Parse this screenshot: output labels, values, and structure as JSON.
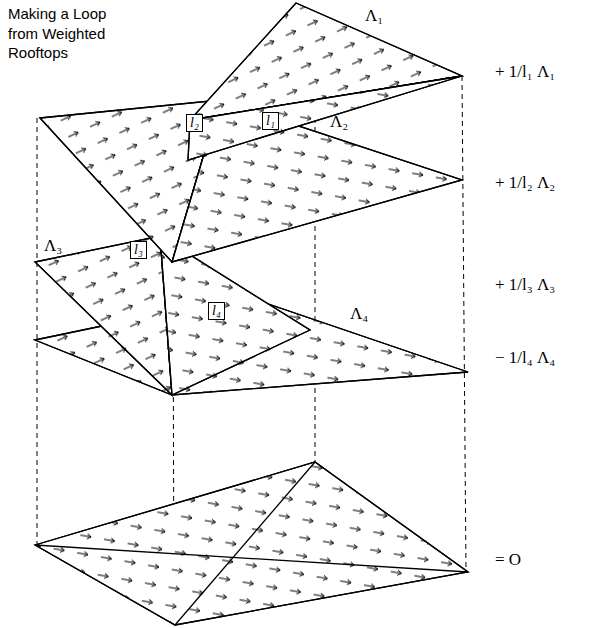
{
  "diagram": {
    "title": "Making a Loop from Weighted Rooftops",
    "nodes": [
      {
        "text": [
          "l₁"
        ]
      },
      {
        "text": [
          "l₂"
        ]
      },
      {
        "text": [
          "l₃"
        ]
      },
      {
        "text": [
          "l₄"
        ]
      }
    ],
    "labels": [
      "Λ₁",
      "Λ₂",
      "Λ₃",
      "Λ₄",
      "+ 1/l₁ Λ₁",
      "+ 1/l₂ Λ₂",
      "+ 1/l₃ Λ₃",
      "− 1/l₄ Λ₄",
      "= O"
    ]
  }
}
